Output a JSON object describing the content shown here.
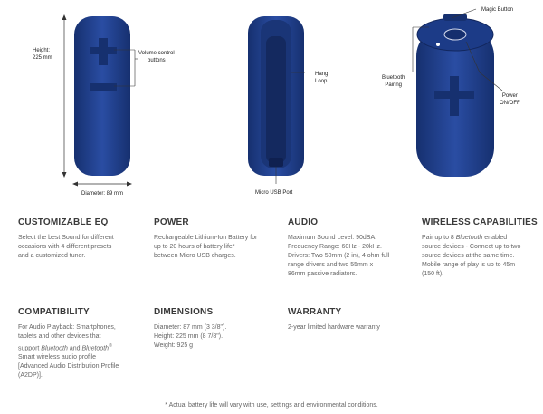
{
  "diagram": {
    "height_label_1": "Height:",
    "height_label_2": "225 mm",
    "volume_label_1": "Volume control",
    "volume_label_2": "buttons",
    "diameter_label": "Diameter: 89 mm",
    "hang_label_1": "Hang",
    "hang_label_2": "Loop",
    "usb_label": "Micro USB Port",
    "magic_label": "Magic Button",
    "bt_label_1": "Bluetooth",
    "bt_label_2": "Pairing",
    "power_label_1": "Power",
    "power_label_2": "ON/OFF",
    "speaker_color": "#1f3f8f"
  },
  "specs": {
    "eq": {
      "title": "CUSTOMIZABLE EQ",
      "lines": [
        "Select the best Sound for different",
        "occasions with 4 different presets",
        "and a customized tuner."
      ]
    },
    "power": {
      "title": "POWER",
      "lines": [
        "Rechargeable Lithium-Ion Battery for",
        "up to 20 hours of battery life*",
        "between Micro USB charges."
      ]
    },
    "audio": {
      "title": "AUDIO",
      "lines": [
        "Maximum Sound Level: 90dBA.",
        "Frequency Range: 60Hz - 20kHz.",
        "Drivers: Two 50mm (2 in), 4 ohm full",
        "range drivers and two 55mm x",
        "86mm passive radiators."
      ]
    },
    "wireless": {
      "title": "WIRELESS CAPABILITIES",
      "line1_pre": "Pair up to 8 ",
      "line1_em": "Bluetooth",
      "line1_post": " enabled",
      "lines": [
        "source devices - Connect up to two",
        "source devices at the same time.",
        "Mobile range of play is up to 45m",
        "(150 ft)."
      ]
    },
    "compat": {
      "title": "COMPATIBILITY",
      "lines_a": [
        "For Audio Playback: Smartphones,",
        "tablets and other devices that"
      ],
      "l3_pre": "support ",
      "l3_em1": "Bluetooth",
      "l3_mid": " and ",
      "l3_em2": "Bluetooth",
      "l3_sup": "®",
      "lines_b": [
        "Smart wireless audio profile",
        "[Advanced Audio Distribution Profile",
        "(A2DP)]."
      ]
    },
    "dims": {
      "title": "DIMENSIONS",
      "lines": [
        "Diameter: 87 mm (3 3/8\").",
        "Height: 225 mm (8 7/8\").",
        "Weight: 925 g"
      ]
    },
    "warranty": {
      "title": "WARRANTY",
      "lines": [
        "2-year limited hardware warranty"
      ]
    }
  },
  "footnote": "* Actual battery life will vary with use, settings and environmental conditions."
}
